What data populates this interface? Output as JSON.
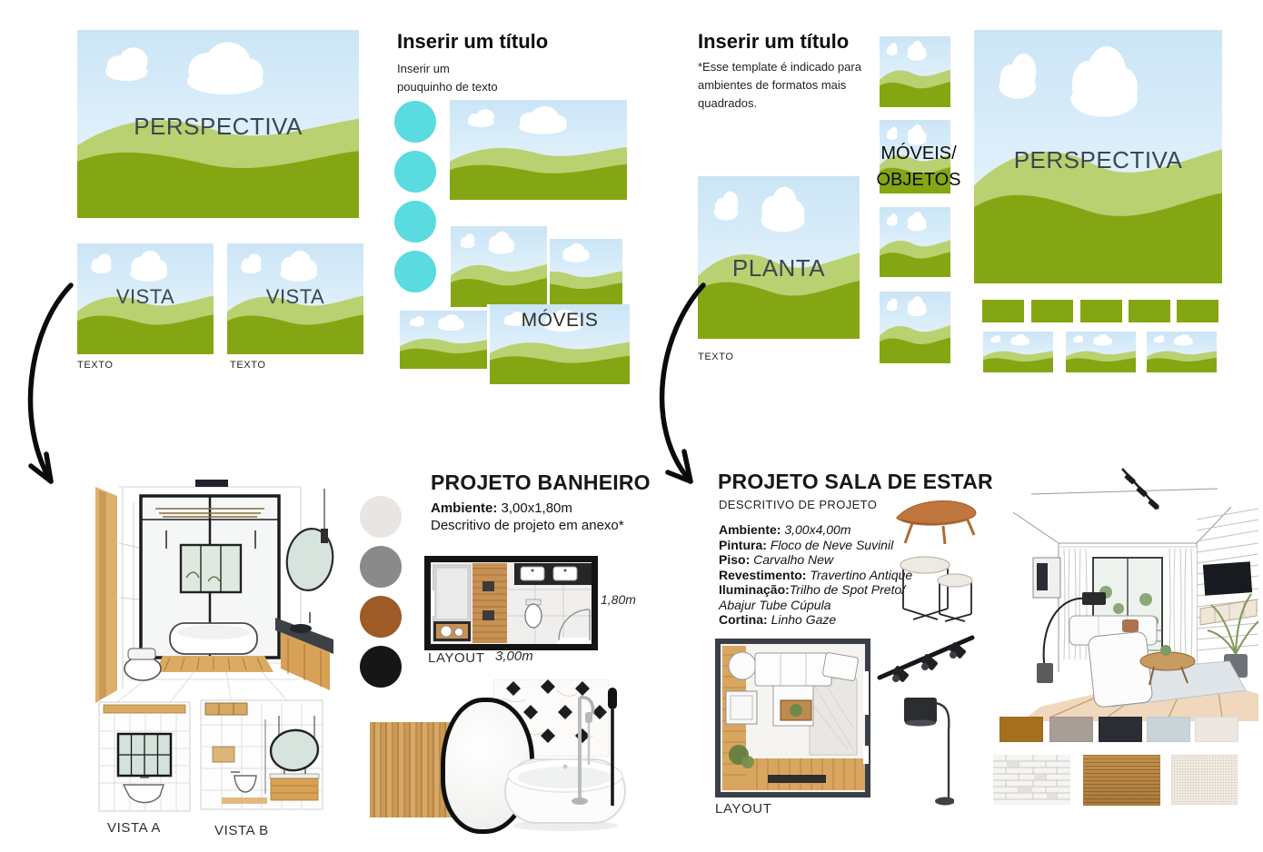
{
  "colors": {
    "cyan": "#59dbe0",
    "sky_top": "#cbe5f6",
    "sky_bottom": "#eef8fe",
    "hill_back": "#b9d170",
    "hill_front": "#85a613",
    "label": "#3b4753"
  },
  "template_left": {
    "perspectiva_label": "PERSPECTIVA",
    "vista1_label": "VISTA",
    "vista2_label": "VISTA",
    "texto1": "TEXTO",
    "texto2": "TEXTO",
    "title": "Inserir um título",
    "subtitle_line1": "Inserir um",
    "subtitle_line2": "pouquinho de texto",
    "moveis_label": "MÓVEIS"
  },
  "template_right": {
    "title": "Inserir um título",
    "note": "*Esse template é indicado para ambientes de formatos mais quadrados.",
    "moveis_line1": "MÓVEIS/",
    "moveis_line2": "OBJETOS",
    "planta_label": "PLANTA",
    "texto": "TEXTO",
    "perspectiva_label": "PERSPECTIVA"
  },
  "banheiro": {
    "title": "PROJETO BANHEIRO",
    "ambiente_label": "Ambiente:",
    "ambiente_value": "3,00x1,80m",
    "descritivo": "Descritivo de projeto em anexo*",
    "layout_label": "LAYOUT",
    "dim_width": "3,00m",
    "dim_height": "1,80m",
    "vista_a_label": "VISTA A",
    "vista_b_label": "VISTA B",
    "palette": [
      "#e9e5e2",
      "#8a8a8a",
      "#9d5b27",
      "#161616"
    ]
  },
  "sala": {
    "title": "PROJETO SALA DE ESTAR",
    "subtitle": "DESCRITIVO DE PROJETO",
    "specs": [
      {
        "label": "Ambiente:",
        "value": "3,00x4,00m"
      },
      {
        "label": "Pintura:",
        "value": "Floco de Neve Suvinil"
      },
      {
        "label": "Piso:",
        "value": "Carvalho New"
      },
      {
        "label": "Revestimento:",
        "value": "Travertino Antique"
      },
      {
        "label": "Iluminação:",
        "value": "Trilho de Spot Preto/ Abajur Tube Cúpula"
      },
      {
        "label": "Cortina:",
        "value": "Linho Gaze"
      }
    ],
    "layout_label": "LAYOUT",
    "palette": [
      "#a5701d",
      "#a89e97",
      "#2b2d32",
      "#c9d4d9",
      "#ede7e2"
    ]
  }
}
